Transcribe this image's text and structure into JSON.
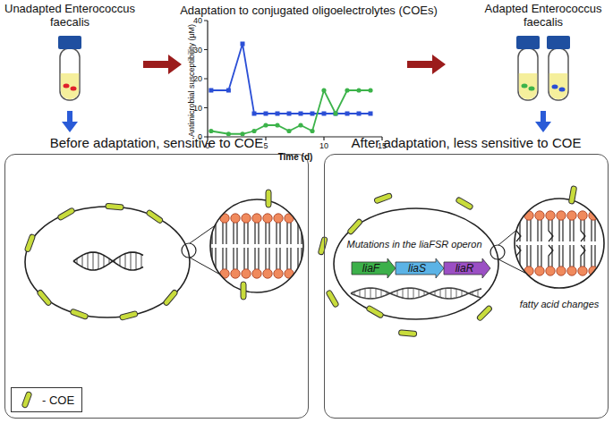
{
  "diagram": {
    "nodes": [
      {
        "text": [
          "Unadapted Enterococcus faecalis"
        ]
      },
      {
        "text": [
          "Adapted Enterococcus faecalis"
        ]
      },
      {
        "text": [
          "Before adaptation, sensitive to COE"
        ]
      },
      {
        "text": [
          "After adaptation, less sensitive to COE"
        ]
      },
      {
        "text": [
          "liaF"
        ],
        "in": 3
      },
      {
        "text": [
          "liaS"
        ],
        "in": 3
      },
      {
        "text": [
          "liaR"
        ],
        "in": 3
      }
    ],
    "edges": [
      {
        "from": 0,
        "to": 2,
        "arrow": "to"
      },
      {
        "from": 1,
        "to": 3,
        "arrow": "to"
      }
    ],
    "labels": [
      "Adaptation to conjugated oligoelectrolytes (COEs)",
      "Antimicrobial susceptibility (μM)",
      "40",
      "30",
      "20",
      "10",
      "0",
      "0",
      "5",
      "10",
      "15",
      "Time (d)",
      "Mutations in the liaFSR operon",
      "fatty acid changes"
    ],
    "legend": [
      {
        "text": "- COE"
      }
    ]
  }
}
